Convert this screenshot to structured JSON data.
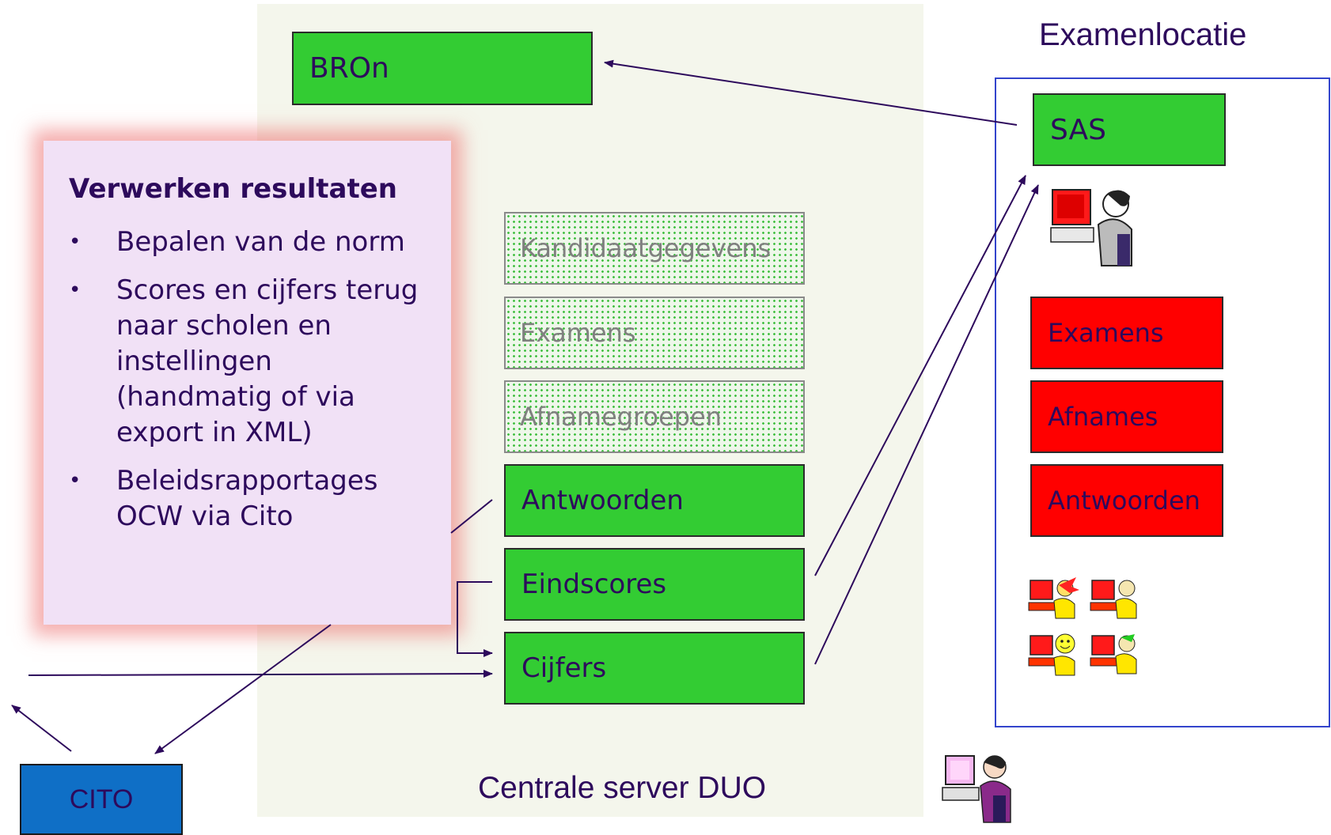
{
  "server": {
    "label": "Centrale server DUO"
  },
  "bron": {
    "label": "BROn"
  },
  "central_items": [
    {
      "label": "Kandidaatgegevens",
      "style": "dotted"
    },
    {
      "label": "Examens",
      "style": "dotted"
    },
    {
      "label": "Afnamegroepen",
      "style": "dotted"
    },
    {
      "label": "Antwoorden",
      "style": "solid"
    },
    {
      "label": "Eindscores",
      "style": "solid"
    },
    {
      "label": "Cijfers",
      "style": "solid"
    }
  ],
  "callout": {
    "title": "Verwerken resultaten",
    "bullet_glyph": "•",
    "bullets": [
      "Bepalen van de norm",
      "Scores en cijfers terug naar scholen en instellingen (handmatig of via export in XML)",
      "Beleidsrapportages OCW via Cito"
    ]
  },
  "cito": {
    "label": "CITO"
  },
  "exam_location": {
    "title": "Examenlocatie",
    "sas_label": "SAS",
    "items": [
      "Examens",
      "Afnames",
      "Antwoorden"
    ]
  },
  "colors": {
    "green": "#33cc33",
    "red": "#ff0000",
    "blue": "#0f6fc6",
    "text": "#2d0a5c",
    "frame": "#3344cc",
    "arrow": "#2d0a5c"
  },
  "icons": [
    "person-at-computer-icon",
    "group-of-people-at-computers-icon",
    "admin-at-computer-icon"
  ]
}
